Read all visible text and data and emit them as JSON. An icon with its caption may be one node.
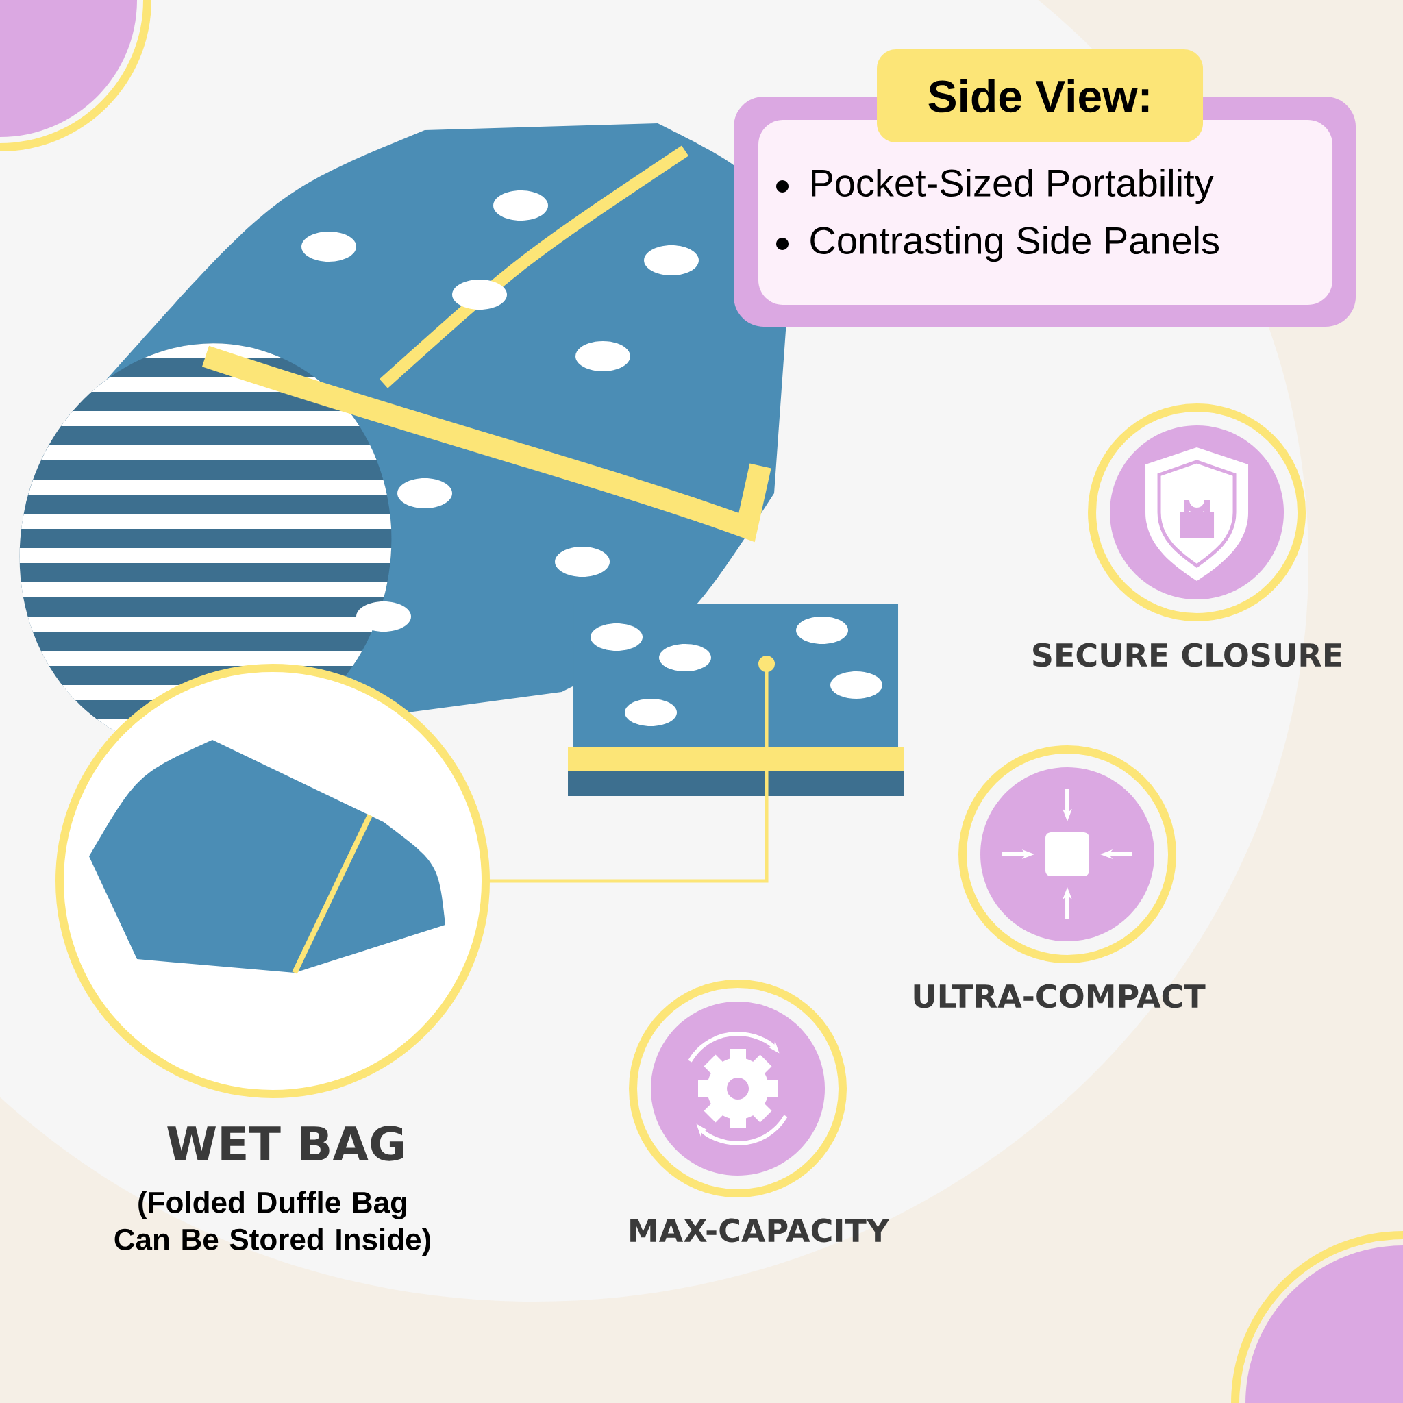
{
  "diagram": {
    "nodes": [
      {
        "text": [
          "Side View:",
          "Pocket-Sized Portability",
          "Contrasting Side Panels"
        ]
      },
      {
        "text": [],
        "shape": "picture"
      },
      {
        "text": [],
        "shape": "circle",
        "beside": [
          "WET BAG",
          "(Folded Duffle Bag Can Be Stored Inside)"
        ]
      }
    ],
    "edges": [
      {
        "from": 1,
        "to": 2,
        "arrow": "other"
      }
    ],
    "labels": [
      "SECURE CLOSURE",
      "ULTRA-COMPACT",
      "MAX-CAPACITY"
    ]
  }
}
